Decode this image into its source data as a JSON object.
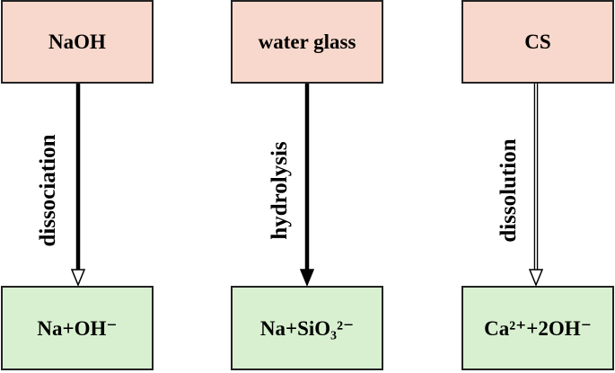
{
  "columns": [
    {
      "source": "NaOH",
      "process": "dissociation",
      "product": "Na+OH⁻",
      "arrow_style": "solid"
    },
    {
      "source": "water glass",
      "process": "hydrolysis",
      "product": "Na+SiO₃²⁻",
      "arrow_style": "solid"
    },
    {
      "source": "CS",
      "process": "dissolution",
      "product": "Ca²⁺+2OH⁻",
      "arrow_style": "hollow"
    }
  ],
  "colors": {
    "source_fill": "#f8d8cc",
    "product_fill": "#d8f0cf",
    "border": "#222222",
    "arrow": "#000000"
  }
}
